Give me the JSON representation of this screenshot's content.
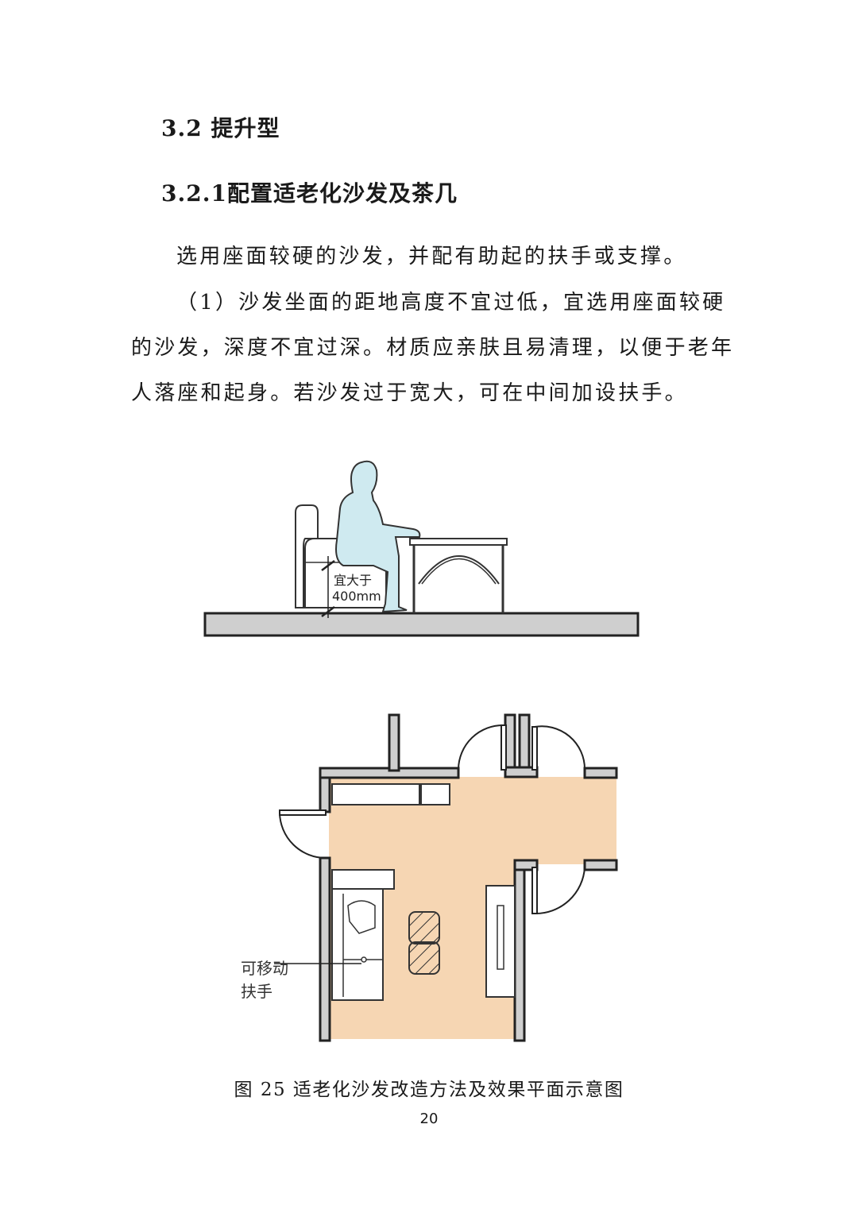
{
  "section": {
    "heading": "3.2 提升型"
  },
  "subsection": {
    "heading": "3.2.1配置适老化沙发及茶几"
  },
  "paragraphs": {
    "p1": "选用座面较硬的沙发，并配有助起的扶手或支撑。",
    "p2": "（1）沙发坐面的距地高度不宜过低，宜选用座面较硬",
    "p3": "的沙发，深度不宜过深。材质应亲肤且易清理，以便于老年",
    "p4": "人落座和起身。若沙发过于宽大，可在中间加设扶手。"
  },
  "elevation": {
    "label_line1": "宜大于",
    "label_line2": "400mm"
  },
  "plan": {
    "label_line1": "可移动",
    "label_line2": "扶手"
  },
  "figure": {
    "caption": "图 25 适老化沙发改造方法及效果平面示意图"
  },
  "page": {
    "number": "20"
  },
  "colors": {
    "floor_fill": "#f6d6b3",
    "person_fill": "#cfeaf0",
    "wall_fill": "#cfcfcf",
    "line": "#222222"
  }
}
